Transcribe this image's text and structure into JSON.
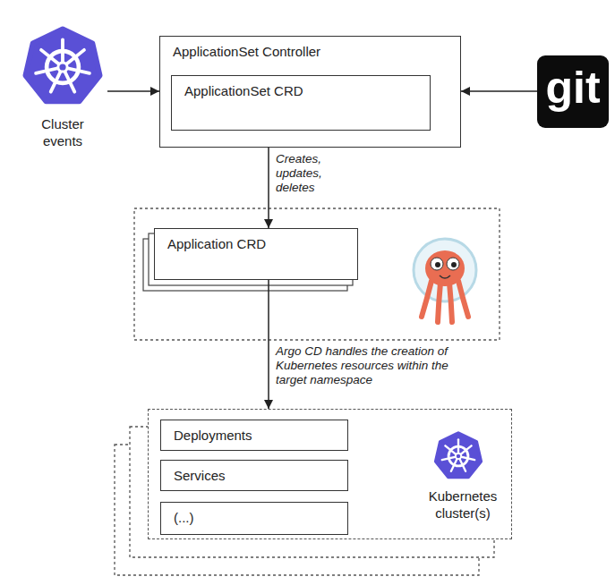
{
  "diagram": {
    "nodes": [
      {
        "text": [
          "Cluster events"
        ]
      },
      {
        "text": [
          "ApplicationSet Controller"
        ]
      },
      {
        "text": [
          "ApplicationSet CRD"
        ],
        "in": 1
      },
      {
        "text": [
          "git"
        ]
      },
      {
        "text": [
          "Application CRD"
        ]
      },
      {
        "text": [
          "Kubernetes cluster(s)"
        ]
      },
      {
        "text": [
          "Deployments"
        ],
        "in": 5
      },
      {
        "text": [
          "Services"
        ],
        "in": 5
      },
      {
        "text": [
          "(...)"
        ],
        "in": 5
      }
    ],
    "edges": [
      {
        "from": 0,
        "to": 1,
        "arrow": "to"
      },
      {
        "from": 3,
        "to": 1,
        "arrow": "to"
      },
      {
        "from": 2,
        "to": 4,
        "label": "Creates, updates, deletes",
        "arrow": "to"
      },
      {
        "from": 4,
        "to": 5,
        "label": "Argo CD handles the creation of Kubernetes resources within the target namespace",
        "arrow": "to"
      }
    ]
  }
}
